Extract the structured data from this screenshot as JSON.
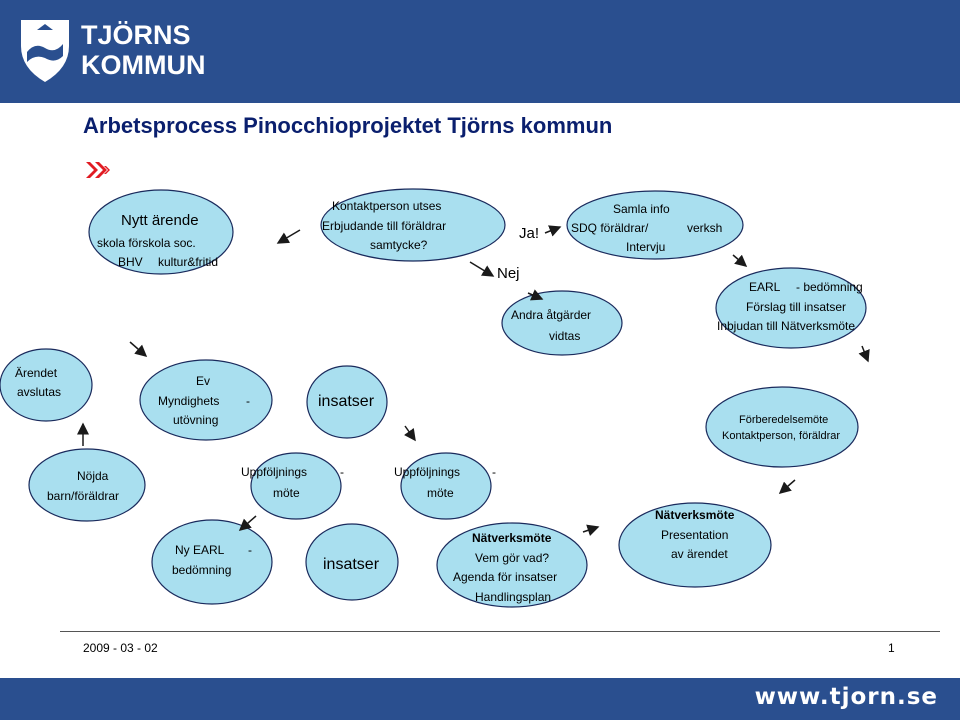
{
  "logo": {
    "line1": "TJÖRNS",
    "line2": "KOMMUN"
  },
  "title": "Arbetsprocess Pinocchioprojektet Tjörns kommun",
  "nodes": {
    "nytt_arende": {
      "l1": "Nytt ärende",
      "l2": "skola förskola soc.",
      "l3a": "BHV",
      "l3b": "kultur&fritid"
    },
    "kontakt": {
      "l1": "Kontaktperson utses",
      "l2": "Erbjudande till föräldrar",
      "l3": "samtycke?"
    },
    "ja": "Ja!",
    "nej": "Nej",
    "samla": {
      "l1": "Samla info",
      "l2a": "SDQ föräldrar/",
      "l2b": "verksh",
      "l3": "Intervju"
    },
    "andra": {
      "l1": "Andra åtgärder",
      "l2": "vidtas"
    },
    "earl": {
      "l1a": "EARL",
      "l1b": "- bedömning",
      "l2": "Förslag till insatser",
      "l3": "Inbjudan till Nätverksmöte"
    },
    "avslutas": {
      "l1": "Ärendet",
      "l2": "avslutas"
    },
    "ev": {
      "l1": "Ev",
      "l2a": "Myndighets",
      "l2b": "-",
      "l3": "utövning"
    },
    "insatser1": "insatser",
    "forberedelse": {
      "l1": "Förberedelsemöte",
      "l2": "Kontaktperson, föräldrar"
    },
    "nojda": {
      "l1": "Nöjda",
      "l2": "barn/föräldrar"
    },
    "uppf1": {
      "l1a": "Uppföljnings",
      "l1b": "-",
      "l2": "möte"
    },
    "uppf2": {
      "l1a": "Uppföljnings",
      "l1b": "-",
      "l2": "möte"
    },
    "nyearl": {
      "l1a": "Ny EARL",
      "l1b": "-",
      "l2": "bedömning"
    },
    "insatser2": "insatser",
    "natverk1": {
      "l1": "Nätverksmöte",
      "l2": "Vem gör vad?",
      "l3": "Agenda för insatser",
      "l4": "Handlingsplan"
    },
    "natverk2": {
      "l1": "Nätverksmöte",
      "l2": "Presentation",
      "l3": "av ärendet"
    }
  },
  "footer": {
    "date": "2009 - 03 - 02",
    "page": "1",
    "url": "www.tjorn.se"
  },
  "colors": {
    "ellipse_fill": "#a9dfef",
    "ellipse_stroke": "#1a2a5c",
    "header": "#2a4f8f",
    "title": "#0a1f6e",
    "marker": "#e11b22"
  }
}
